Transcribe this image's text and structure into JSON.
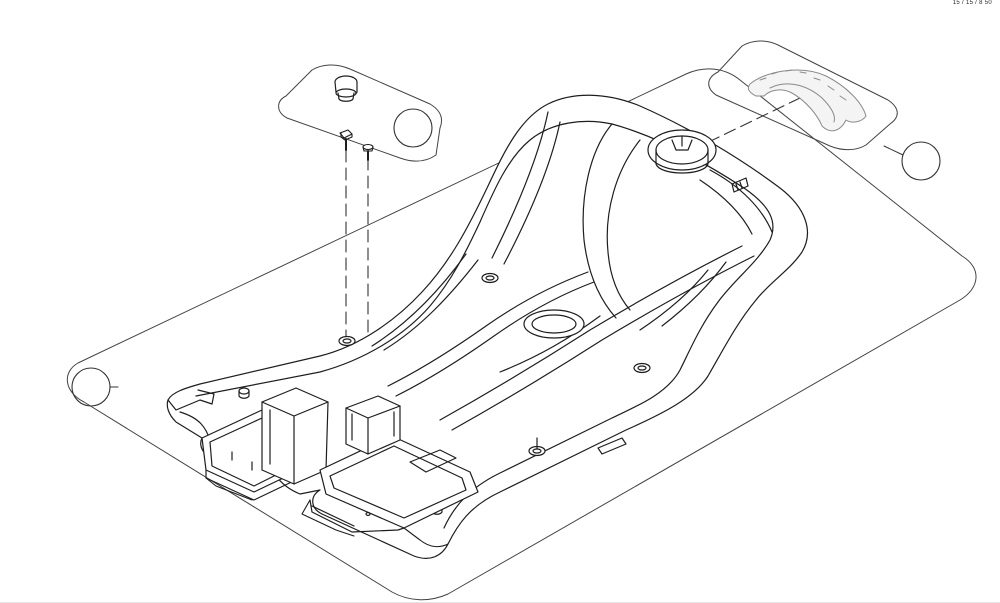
{
  "document_code": "15 / 15 / 8 50",
  "callouts": [
    {
      "id": "callout-left",
      "label": ""
    },
    {
      "id": "callout-top",
      "label": ""
    },
    {
      "id": "callout-right",
      "label": ""
    }
  ],
  "parts": [
    {
      "name": "body-shell",
      "description_visible": false
    },
    {
      "name": "cap",
      "description_visible": false
    },
    {
      "name": "screws",
      "description_visible": false
    },
    {
      "name": "clip",
      "description_visible": false
    }
  ]
}
